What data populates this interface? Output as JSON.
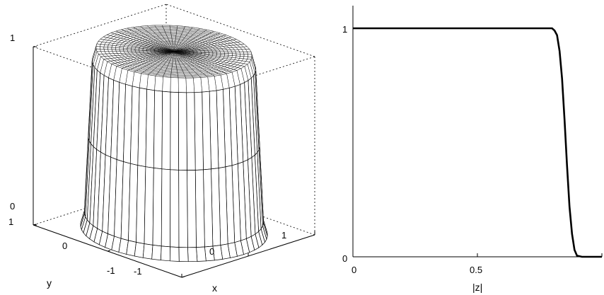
{
  "chart_data": [
    {
      "type": "surface",
      "title": "",
      "xlabel": "x",
      "ylabel": "y",
      "zlabel": "",
      "xlim": [
        -1,
        1
      ],
      "ylim": [
        -1,
        1
      ],
      "zlim": [
        0,
        1
      ],
      "xticks": [
        "-1",
        "0",
        "1"
      ],
      "yticks": [
        "-1",
        "0",
        "1"
      ],
      "zticks": [
        "0",
        "1"
      ],
      "grid": false,
      "surface": "radial plateau: z = 1 for sqrt(x^2+y^2) < 0.8, falling steeply to 0 near 0.92",
      "plateau_radius": 0.8,
      "zero_radius": 0.92
    },
    {
      "type": "line",
      "title": "",
      "xlabel": "|z|",
      "ylabel": "",
      "xlim": [
        0,
        1
      ],
      "ylim": [
        0,
        1
      ],
      "xticks": [
        "0",
        "0.5"
      ],
      "yticks": [
        "0",
        "1"
      ],
      "grid": false,
      "series": [
        {
          "x": [
            0,
            0.1,
            0.2,
            0.3,
            0.4,
            0.5,
            0.6,
            0.7,
            0.8,
            0.81,
            0.82,
            0.83,
            0.84,
            0.85,
            0.86,
            0.87,
            0.88,
            0.89,
            0.9,
            0.92,
            1.0
          ],
          "y": [
            1,
            1,
            1,
            1,
            1,
            1,
            1,
            1,
            1,
            0.99,
            0.97,
            0.9,
            0.78,
            0.6,
            0.4,
            0.22,
            0.1,
            0.03,
            0.005,
            0,
            0
          ]
        }
      ]
    }
  ]
}
